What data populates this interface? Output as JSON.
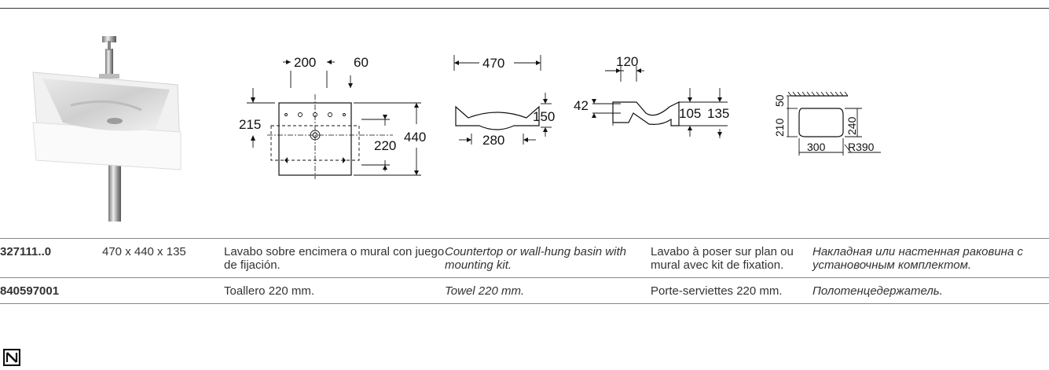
{
  "drawings": {
    "front": {
      "d200": "200",
      "d60": "60",
      "d215": "215",
      "d220": "220",
      "d440": "440"
    },
    "top": {
      "d470": "470",
      "d150": "150",
      "d280": "280"
    },
    "side": {
      "d120": "120",
      "d42": "42",
      "d105": "105",
      "d135": "135"
    },
    "plan": {
      "d210": "210",
      "d50": "50",
      "d240": "240",
      "d300": "300",
      "r390": "R390"
    }
  },
  "rows": [
    {
      "code": "327111..0",
      "size": "470 x 440 x 135",
      "es": "Lavabo sobre encimera o mural con juego de fijación.",
      "en": "Countertop or wall-hung basin with mounting kit.",
      "fr": "Lavabo à poser sur plan ou mural avec kit de fixation.",
      "ru": "Накладная или настенная раковина с установочным комплектом."
    },
    {
      "code": "840597001",
      "size": "",
      "es": "Toallero 220 mm.",
      "en": "Towel 220 mm.",
      "fr": "Porte-serviettes 220 mm.",
      "ru": "Полотенцедержатель."
    }
  ],
  "icons": {
    "footer": "n-square-icon"
  }
}
